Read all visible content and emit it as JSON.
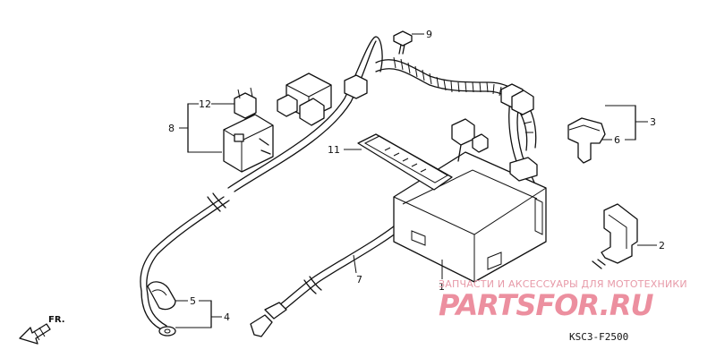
{
  "callouts": {
    "c1": "1",
    "c2": "2",
    "c3": "3",
    "c4": "4",
    "c5": "5",
    "c6": "6",
    "c7": "7",
    "c8": "8",
    "c9": "9",
    "c11": "11",
    "c12": "12"
  },
  "direction": "FR.",
  "diagram_code": "KSC3-F2500",
  "watermark": {
    "top_line": "ЗАПЧАСТИ И АКСЕССУАРЫ ДЛЯ МОТОТЕХНИКИ",
    "logo": "PARTSFOR.RU"
  },
  "colors": {
    "line": "#111111",
    "watermark": "#ec8f9f"
  }
}
